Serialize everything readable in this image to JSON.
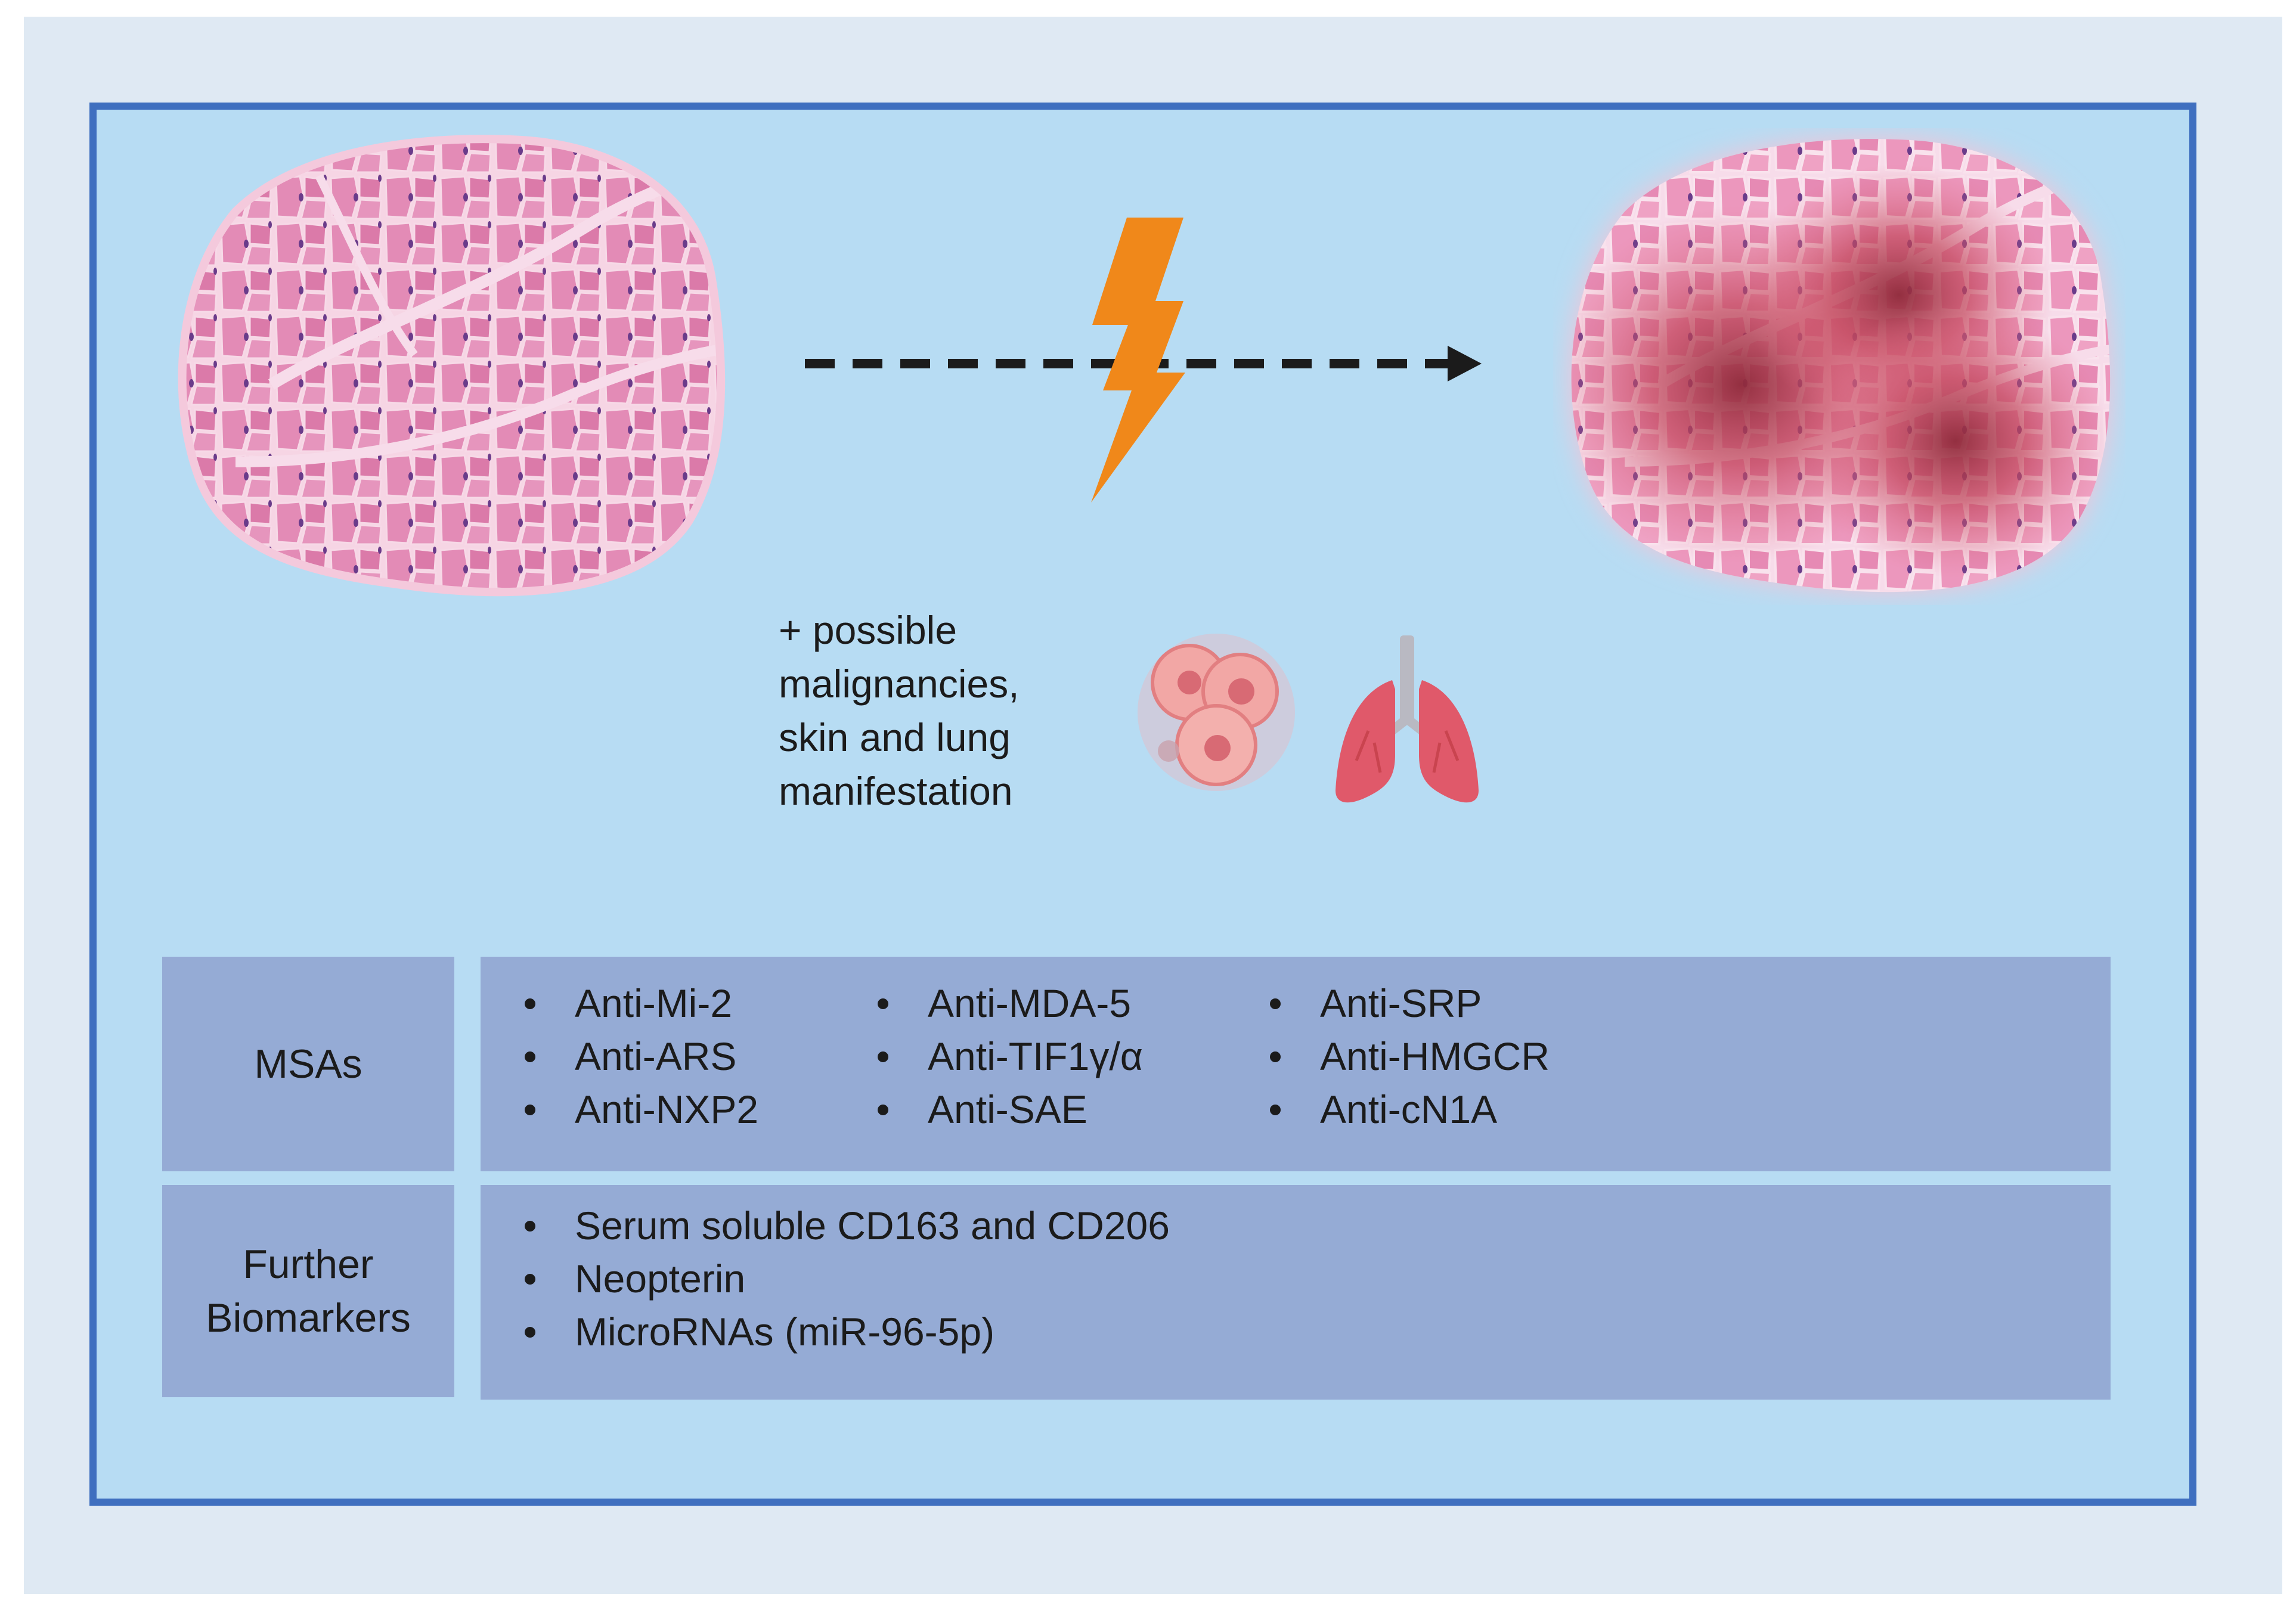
{
  "note": {
    "lines": [
      "+ possible",
      "malignancies,",
      "skin and lung",
      "manifestation"
    ]
  },
  "table": {
    "msa": {
      "label": "MSAs",
      "columns": [
        [
          "Anti-Mi-2",
          "Anti-ARS",
          "Anti-NXP2"
        ],
        [
          "Anti-MDA-5",
          "Anti-TIF1γ/α",
          "Anti-SAE"
        ],
        [
          "Anti-SRP",
          "Anti-HMGCR",
          "Anti-cN1A"
        ]
      ]
    },
    "further": {
      "label_line1": "Further",
      "label_line2": "Biomarkers",
      "items": [
        "Serum soluble CD163 and CD206",
        "Neopterin",
        "MicroRNAs (miR-96-5p)"
      ]
    }
  },
  "icons": {
    "healthy_muscle": "healthy-muscle-tissue-icon",
    "inflamed_muscle": "inflamed-muscle-tissue-icon",
    "lightning": "lightning-bolt-icon",
    "tumor": "tumor-cells-icon",
    "lung": "lungs-icon"
  },
  "colors": {
    "panel_border": "#3f6fbf",
    "panel_fill": "#b7dcf3",
    "table_fill": "#95abd5",
    "bolt": "#f0881a",
    "tissue": "#e48bb5",
    "inflammation": "#b73a4e"
  }
}
